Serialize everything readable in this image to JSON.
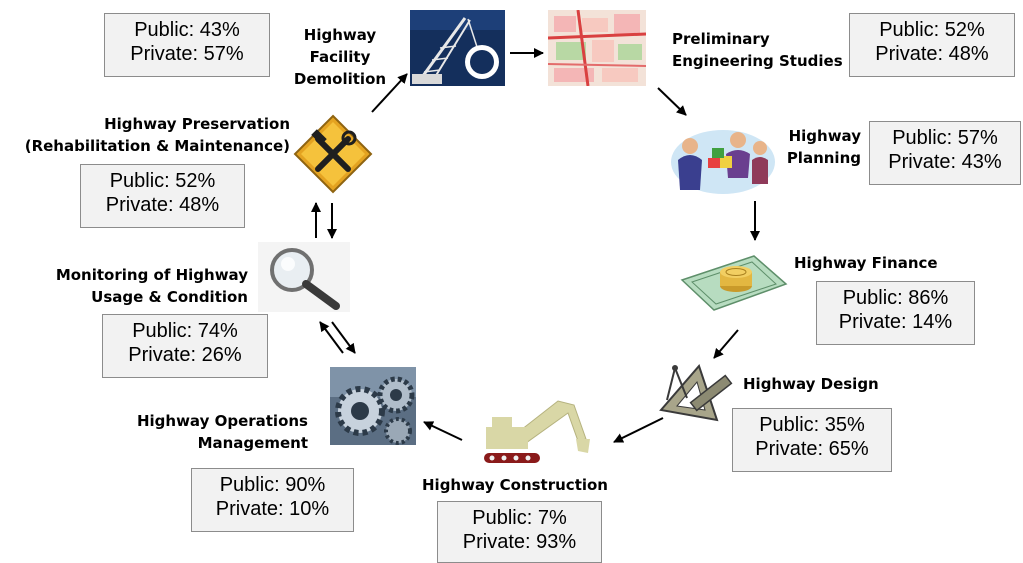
{
  "stages": {
    "demolition": {
      "title": [
        "Highway",
        "Facility",
        "Demolition"
      ],
      "public": "Public: 43%",
      "private": "Private: 57%",
      "icon": "wrecking-ball-crane-icon"
    },
    "preliminary": {
      "title": [
        "Preliminary",
        "Engineering Studies"
      ],
      "public": "Public: 52%",
      "private": "Private: 48%",
      "icon": "street-map-icon"
    },
    "planning": {
      "title": [
        "Highway",
        "Planning"
      ],
      "public": "Public: 57%",
      "private": "Private: 43%",
      "icon": "planning-meeting-icon"
    },
    "finance": {
      "title": [
        "Highway Finance"
      ],
      "public": "Public: 86%",
      "private": "Private: 14%",
      "icon": "money-coins-icon"
    },
    "design": {
      "title": [
        "Highway Design"
      ],
      "public": "Public: 35%",
      "private": "Private: 65%",
      "icon": "drafting-tools-icon"
    },
    "construction": {
      "title": [
        "Highway Construction"
      ],
      "public": "Public: 7%",
      "private": "Private: 93%",
      "icon": "excavator-icon"
    },
    "operations": {
      "title": [
        "Highway Operations",
        "Management"
      ],
      "public": "Public: 90%",
      "private": "Private: 10%",
      "icon": "gears-icon"
    },
    "monitoring": {
      "title": [
        "Monitoring of Highway",
        "Usage & Condition"
      ],
      "public": "Public: 74%",
      "private": "Private: 26%",
      "icon": "magnifying-glass-icon"
    },
    "preservation": {
      "title": [
        "Highway Preservation",
        "(Rehabilitation & Maintenance)"
      ],
      "public": "Public: 52%",
      "private": "Private: 48%",
      "icon": "maintenance-tools-sign-icon"
    }
  }
}
